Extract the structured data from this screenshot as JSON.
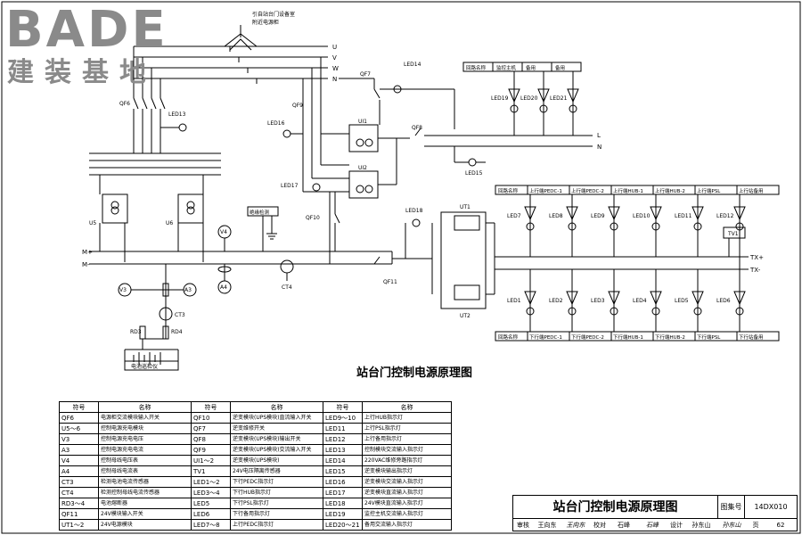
{
  "logo": {
    "word": "BADE",
    "sub": "建装基地"
  },
  "bus_labels": {
    "U": "U",
    "V": "V",
    "W": "W",
    "N": "N",
    "L": "L",
    "N2": "N",
    "Mp": "M+",
    "Mm": "M-",
    "TXp": "TX+",
    "TXm": "TX-"
  },
  "top_note": [
    "引自站台门设备室",
    "附近电源柜"
  ],
  "devices": {
    "QF6": "QF6",
    "QF7": "QF7",
    "QF8": "QF8",
    "QF9": "QF9",
    "QF10": "QF10",
    "QF11": "QF11",
    "LED13": "LED13",
    "LED14": "LED14",
    "LED15": "LED15",
    "LED16": "LED16",
    "LED17": "LED17",
    "LED18": "LED18",
    "UI1": "UI1",
    "UI2": "UI2",
    "UT1": "UT1",
    "UT2": "UT2",
    "U5": "U5",
    "U6": "U6",
    "V4": "V4",
    "V3": "V3",
    "A3": "A3",
    "A4": "A4",
    "CT4": "CT4",
    "CT3": "CT3",
    "RD3": "RD3",
    "RD4": "RD4",
    "TV1": "TV1",
    "battery_box": "电池巡检仪",
    "ground_box": "绝缘检测"
  },
  "ups_loads": {
    "header": "回路名称",
    "items": [
      "监控主机",
      "备用",
      "备用"
    ],
    "leds": [
      "LED19",
      "LED20",
      "LED21"
    ]
  },
  "upper_loads": {
    "header": "回路名称",
    "items": [
      "上行端PEDC-1",
      "上行端PEDC-2",
      "上行端HUB-1",
      "上行端HUB-2",
      "上行端PSL",
      "上行站备用"
    ],
    "leds": [
      "LED7",
      "LED8",
      "LED9",
      "LED10",
      "LED11",
      "LED12"
    ]
  },
  "lower_loads": {
    "header": "回路名称",
    "items": [
      "下行端PEDC-1",
      "下行端PEDC-2",
      "下行端HUB-1",
      "下行端HUB-2",
      "下行端PSL",
      "下行站备用"
    ],
    "leds": [
      "LED1",
      "LED2",
      "LED3",
      "LED4",
      "LED5",
      "LED6"
    ]
  },
  "diagram_title": "站台门控制电源原理图",
  "legend": {
    "headers": [
      "符号",
      "名称",
      "符号",
      "名称",
      "符号",
      "名称"
    ],
    "rows": [
      [
        "QF6",
        "电源柜交流模块输入开关",
        "QF10",
        "逆变模块(UPS模块)直流输入开关",
        "LED9～10",
        "上行HUB指示灯"
      ],
      [
        "U5～6",
        "控制电源充电模块",
        "QF7",
        "逆变维修开关",
        "LED11",
        "上行PSL指示灯"
      ],
      [
        "V3",
        "控制电源充电电压",
        "QF8",
        "逆变模块(UPS模块)输出开关",
        "LED12",
        "上行备用指示灯"
      ],
      [
        "A3",
        "控制电源充电电流",
        "QF9",
        "逆变模块(UPS模块)交流输入开关",
        "LED13",
        "控制模块交流输入指示灯"
      ],
      [
        "V4",
        "控制母线电压表",
        "UI1～2",
        "逆变模块(UPS模块)",
        "LED14",
        "220VAC维修旁路指示灯"
      ],
      [
        "A4",
        "控制母线电流表",
        "TV1",
        "24V电压隔离传感器",
        "LED15",
        "逆变模块输出指示灯"
      ],
      [
        "CT3",
        "检测电池电流传感器",
        "LED1～2",
        "下行PEDC指示灯",
        "LED16",
        "逆变模块交流输入指示灯"
      ],
      [
        "CT4",
        "检测控制母线电流传感器",
        "LED3～4",
        "下行HUB指示灯",
        "LED17",
        "逆变模块直流输入指示灯"
      ],
      [
        "RD3～4",
        "电池熔断器",
        "LED5",
        "下行PSL指示灯",
        "LED18",
        "24V模块直流输入指示灯"
      ],
      [
        "QF11",
        "24V模块输入开关",
        "LED6",
        "下行备用指示灯",
        "LED19",
        "监控主机交流输入指示灯"
      ],
      [
        "UT1～2",
        "24V电源模块",
        "LED7～8",
        "上行PEDC指示灯",
        "LED20～21",
        "备用交流输入指示灯"
      ]
    ]
  },
  "title_block": {
    "name": "站台门控制电源原理图",
    "atlas_label": "图集号",
    "atlas_value": "14DX010",
    "row": [
      {
        "t": "审核",
        "kind": "lab"
      },
      {
        "t": "王向东",
        "kind": "val"
      },
      {
        "t": "王向东",
        "kind": "sig"
      },
      {
        "t": "校对",
        "kind": "lab"
      },
      {
        "t": "石峰",
        "kind": "val"
      },
      {
        "t": "石峰",
        "kind": "sig"
      },
      {
        "t": "设计",
        "kind": "lab"
      },
      {
        "t": "孙东山",
        "kind": "val"
      },
      {
        "t": "孙东山",
        "kind": "sig"
      },
      {
        "t": "页",
        "kind": "lab"
      },
      {
        "t": "62",
        "kind": "val"
      }
    ]
  },
  "colors": {
    "line": "#000000",
    "logo": "#8a8a8a"
  }
}
